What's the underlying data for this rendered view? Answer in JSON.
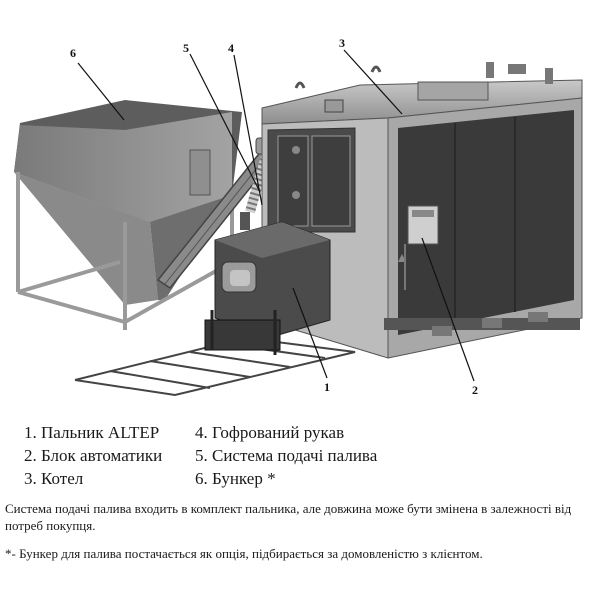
{
  "callouts": {
    "c1": "1",
    "c2": "2",
    "c3": "3",
    "c4": "4",
    "c5": "5",
    "c6": "6"
  },
  "legend": {
    "items": [
      "1. Пальник ALTEP",
      "2. Блок автоматики",
      "3. Котел",
      "4. Гофрований рукав",
      "5. Система подачі палива",
      "6. Бункер *"
    ]
  },
  "notes": {
    "supply": "Система подачі палива входить в комплект пальника, але довжина може бути змінена в залежності від потреб покупця.",
    "hopper": "*- Бункер для палива постачається як опція, підбирається за домовленістю з клієнтом."
  }
}
